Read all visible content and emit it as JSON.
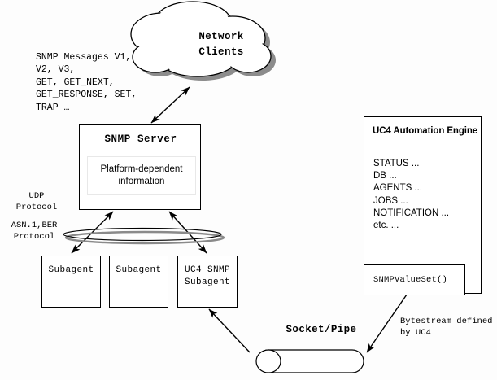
{
  "diagram": {
    "title": "UC4 SNMP architecture diagram",
    "background_color": "#fdfdfd",
    "line_color": "#000000",
    "shadow_color": "#808080"
  },
  "cloud": {
    "label": "Network\nClients",
    "name": "network-clients-cloud"
  },
  "snmp_messages": {
    "text": "SNMP Messages V1,\nV2, V3,\nGET, GET_NEXT,\nGET_RESPONSE, SET,\nTRAP …"
  },
  "snmp_server": {
    "title": "SNMP Server",
    "inner_text": "Platform-dependent\ninformation"
  },
  "protocols": {
    "udp": "UDP\nProtocol",
    "asn": "ASN.1,BER\nProtocol"
  },
  "subagents": [
    {
      "label": "Subagent"
    },
    {
      "label": "Subagent"
    },
    {
      "label": "UC4 SNMP\nSubagent"
    }
  ],
  "uc4_engine": {
    "title": "UC4 Automation Engine",
    "items": "STATUS ...\nDB ...\nAGENTS ...\nJOBS ...\nNOTIFICATION ...\netc. ...",
    "value_set": "SNMPValueSet()"
  },
  "socket": {
    "label": "Socket/Pipe"
  },
  "bytestream": {
    "label": "Bytestream defined\nby UC4"
  }
}
